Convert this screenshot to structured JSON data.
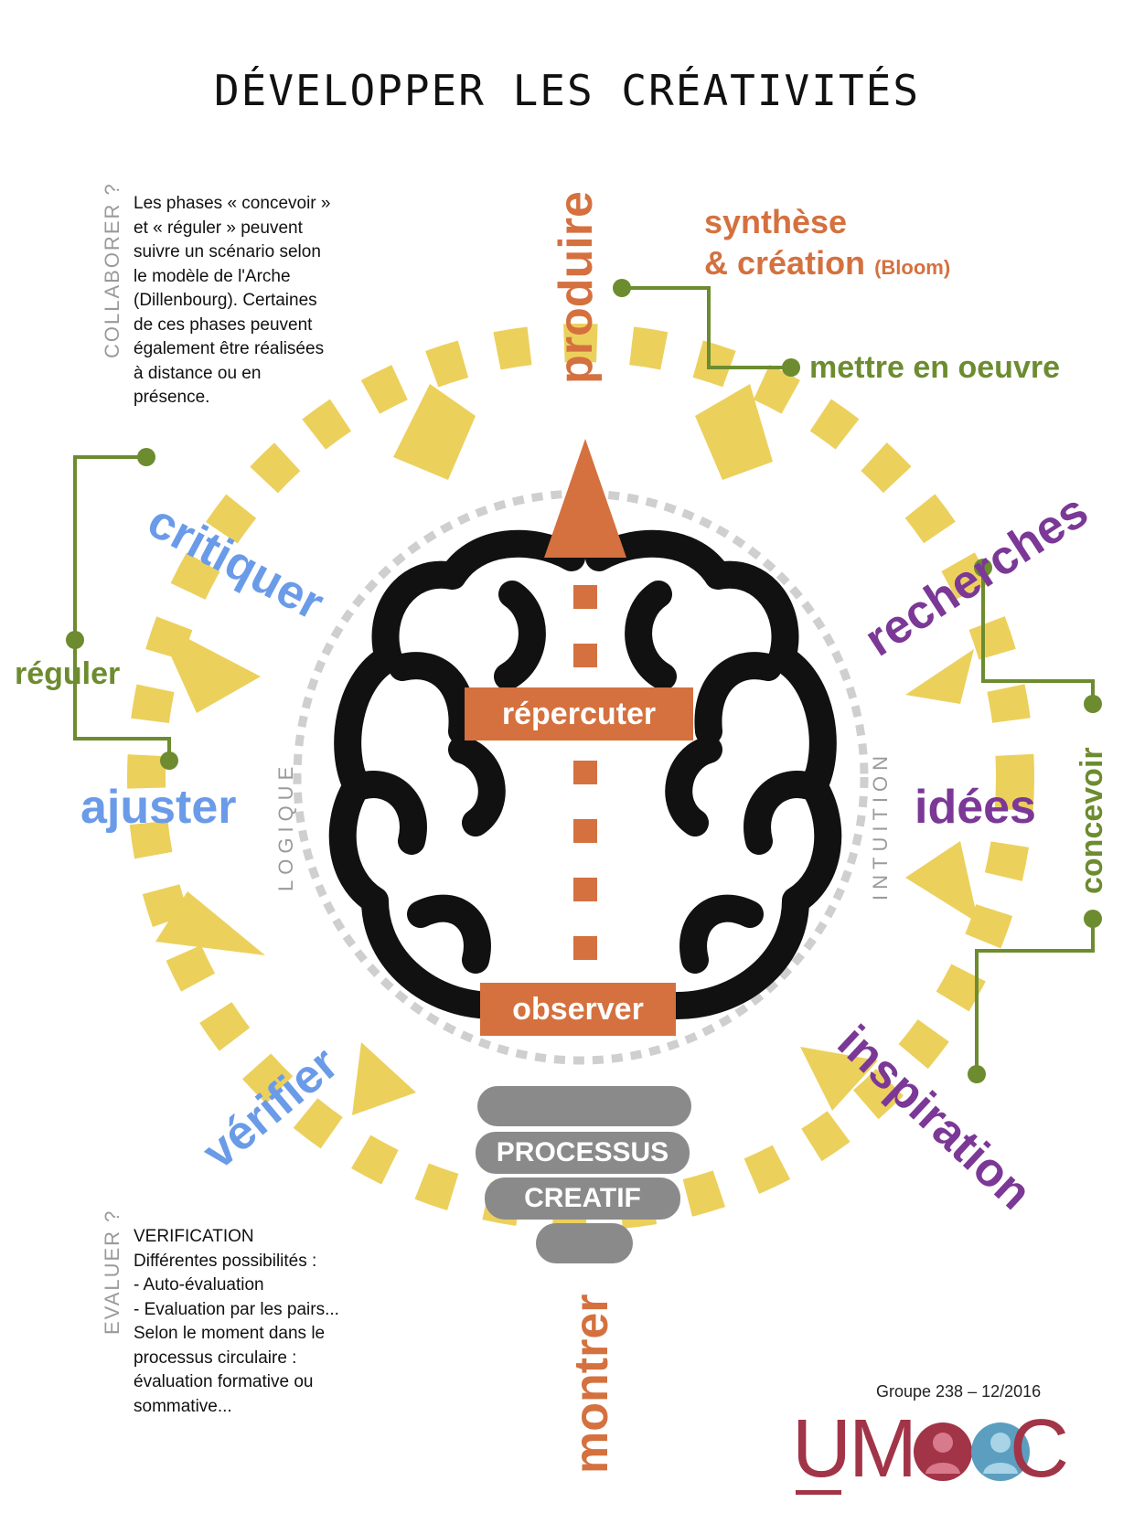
{
  "title": "DÉVELOPPER LES CRÉATIVITÉS",
  "collaborer": {
    "label": "COLLABORER ?",
    "lines": [
      "Les phases « concevoir »",
      "et « réguler » peuvent",
      "suivre un scénario selon",
      "le modèle de l'Arche",
      "(Dillenbourg). Certaines",
      "de ces phases peuvent",
      "également être réalisées",
      "à distance ou en",
      "présence."
    ]
  },
  "evaluer": {
    "label": "EVALUER ?",
    "lines": [
      "VERIFICATION",
      "Différentes possibilités :",
      "- Auto-évaluation",
      "- Evaluation par les pairs...",
      "Selon le moment dans le",
      "processus circulaire :",
      "évaluation formative ou",
      "sommative..."
    ]
  },
  "words": {
    "produire": "produire",
    "synthese": "synthèse",
    "creation": "& création",
    "bloom": "(Bloom)",
    "mettre": "mettre en oeuvre",
    "critiquer": "critiquer",
    "reguler": "réguler",
    "ajuster": "ajuster",
    "verifier": "vérifier",
    "montrer": "montrer",
    "recherches": "recherches",
    "concevoir": "concevoir",
    "idees": "idées",
    "inspiration": "inspiration",
    "logique": "LOGIQUE",
    "intuition": "INTUITION",
    "repercuter": "répercuter",
    "observer": "observer",
    "processus": "PROCESSUS",
    "creatif": "CREATIF"
  },
  "footer": {
    "group": "Groupe 238 – 12/2016",
    "logo_letters": [
      "U",
      "M",
      "C"
    ]
  },
  "colors": {
    "orange": "#d4713f",
    "green": "#6c8c2f",
    "blue": "#6a9be8",
    "purple": "#7b3896",
    "yellow": "#ecd05c",
    "grey": "#8a8a8a",
    "logo_red": "#a23448",
    "logo_blue": "#5b9ec0"
  },
  "icons": [
    "brain-icon",
    "cycle-arrow-icon",
    "lightbulb-base-icon",
    "person-icon"
  ]
}
